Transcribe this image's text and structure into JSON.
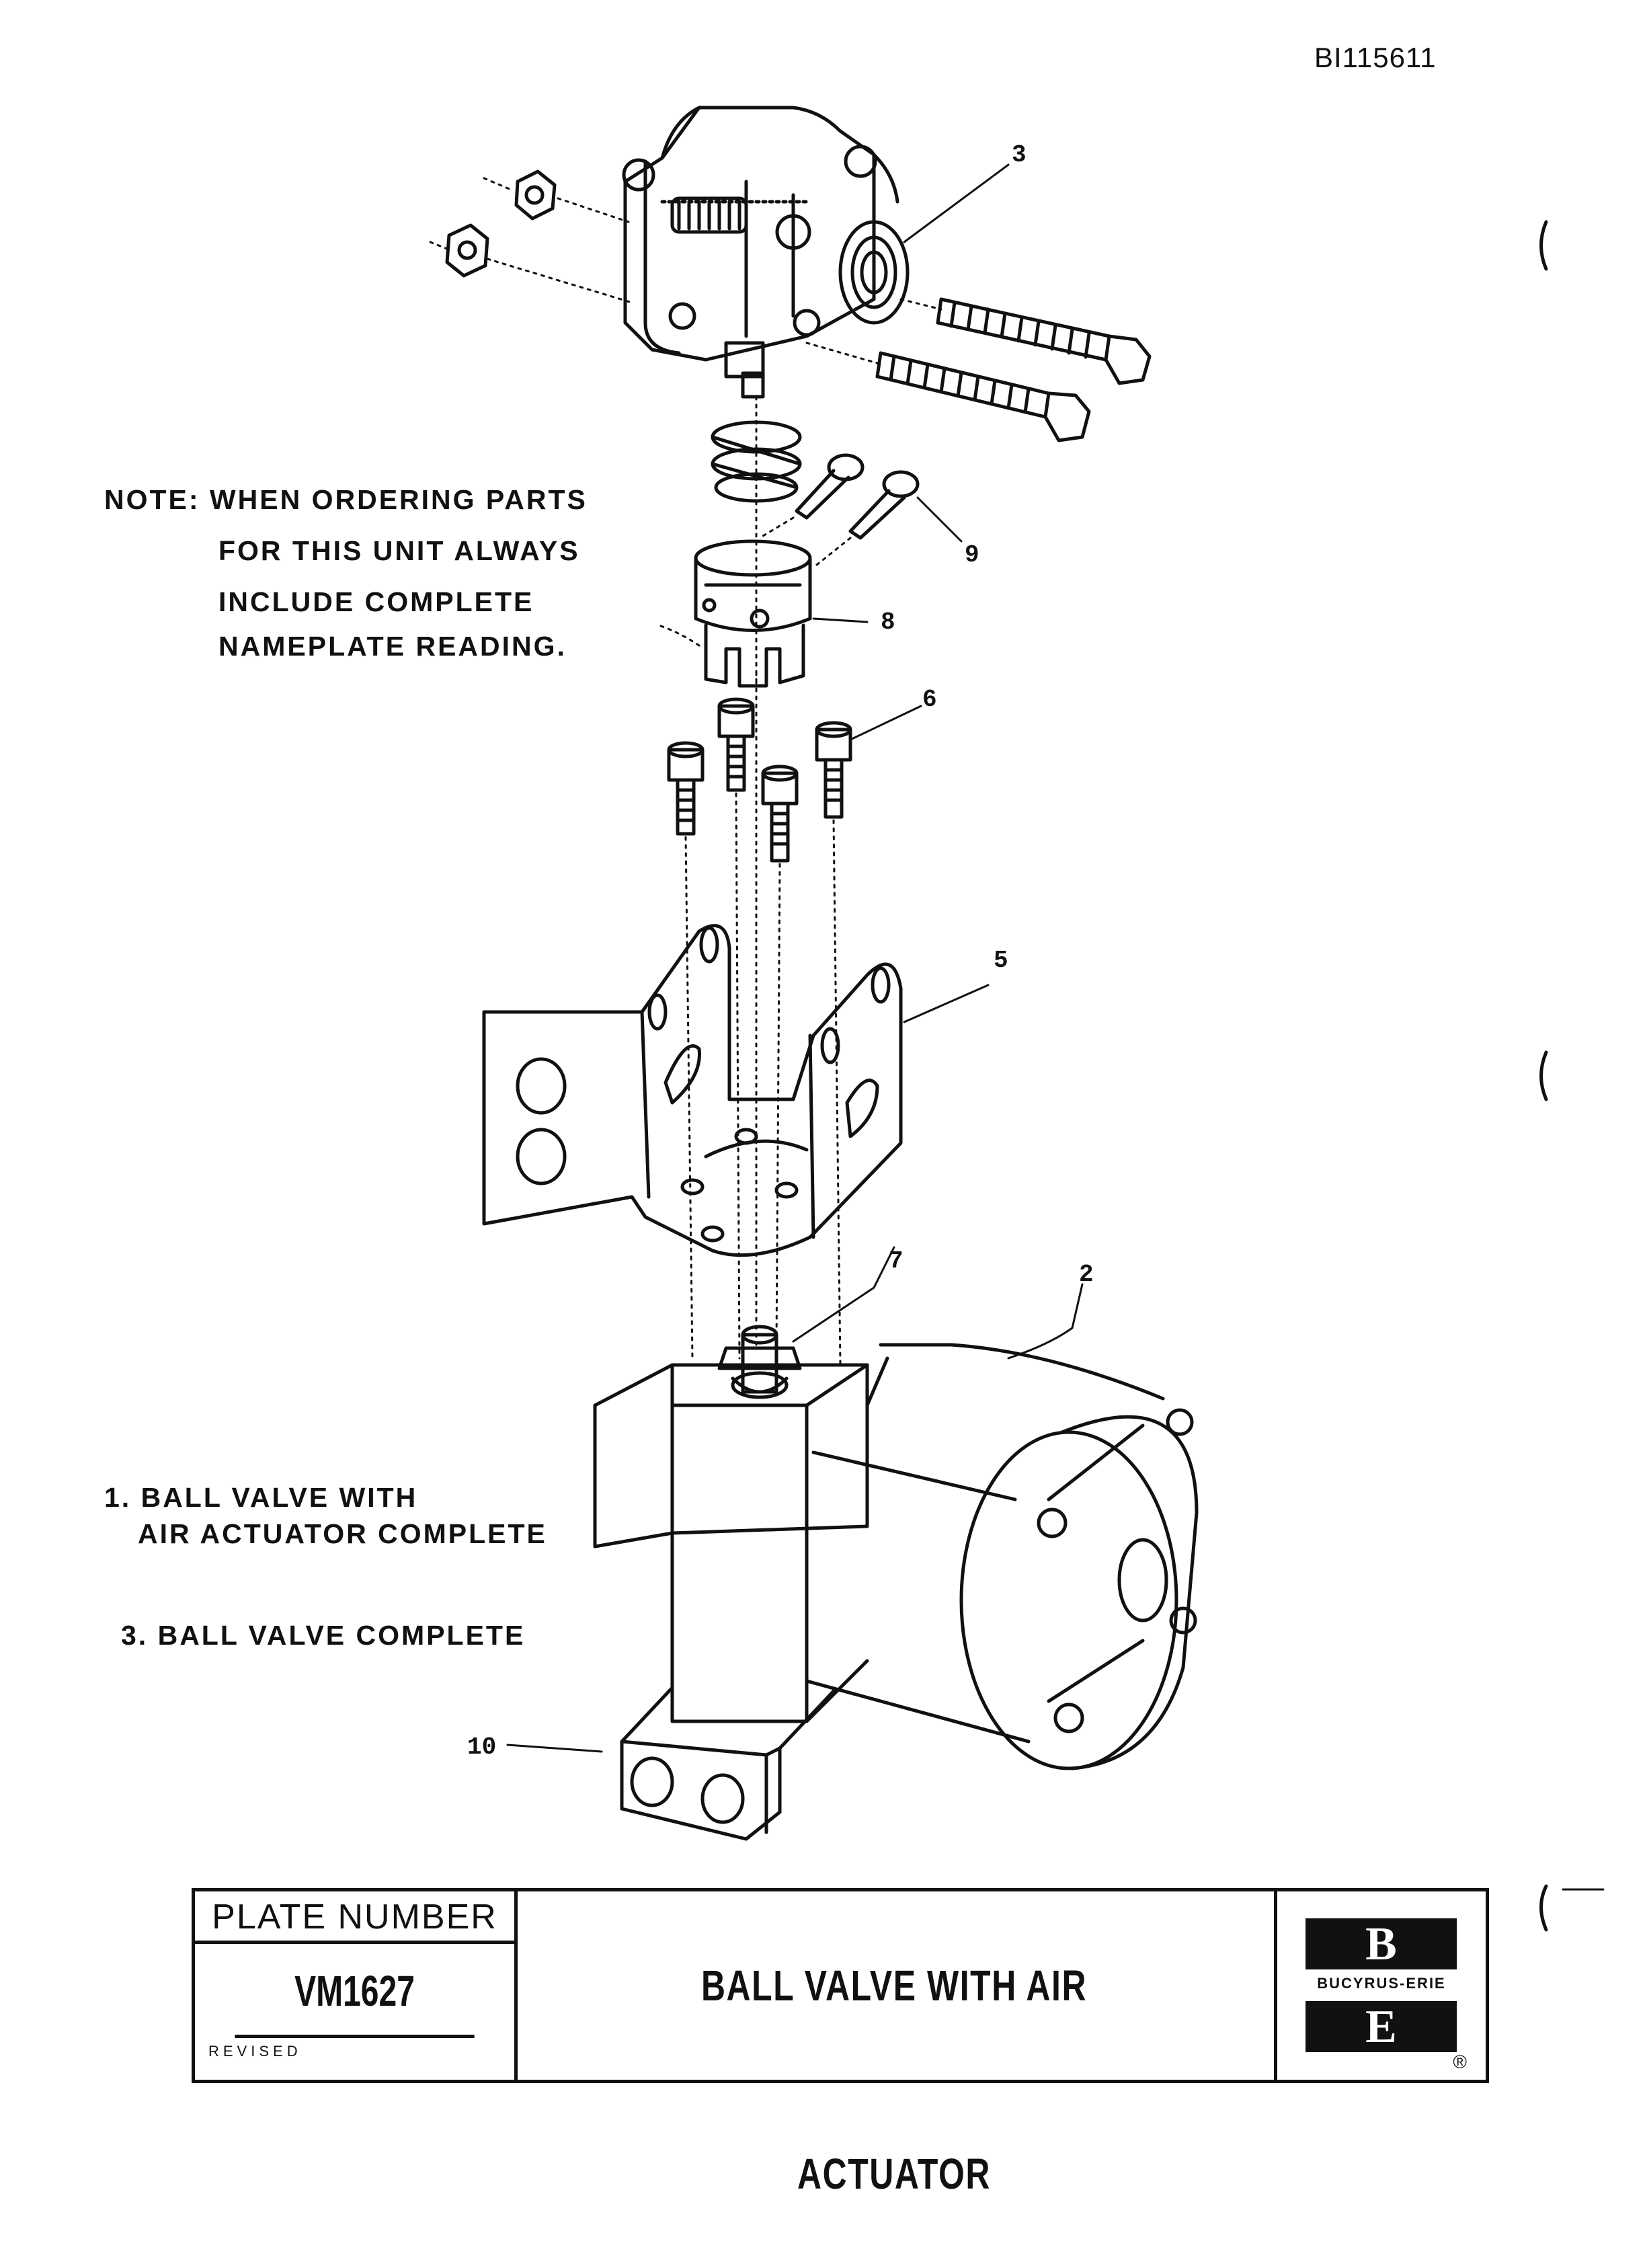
{
  "document_id": "BI115611",
  "note_lines": [
    "NOTE: WHEN ORDERING PARTS",
    "FOR THIS UNIT ALWAYS",
    "INCLUDE COMPLETE",
    "NAMEPLATE READING."
  ],
  "parts_list": {
    "item1_line1": "1. BALL VALVE WITH",
    "item1_line2": "AIR ACTUATOR COMPLETE",
    "item3": "3. BALL VALVE COMPLETE"
  },
  "callouts": {
    "c2": "2",
    "c3": "3",
    "c5": "5",
    "c6": "6",
    "c7": "7",
    "c8": "8",
    "c9": "9",
    "c10": "10"
  },
  "title_block": {
    "plate_number_label": "PLATE NUMBER",
    "plate_number": "VM1627",
    "revised_label": "REVISED",
    "title": "BALL VALVE WITH AIR ACTUATOR",
    "logo": {
      "top_letter": "B",
      "name": "BUCYRUS-ERIE",
      "bottom_letter": "E",
      "registered_mark": "®"
    }
  }
}
